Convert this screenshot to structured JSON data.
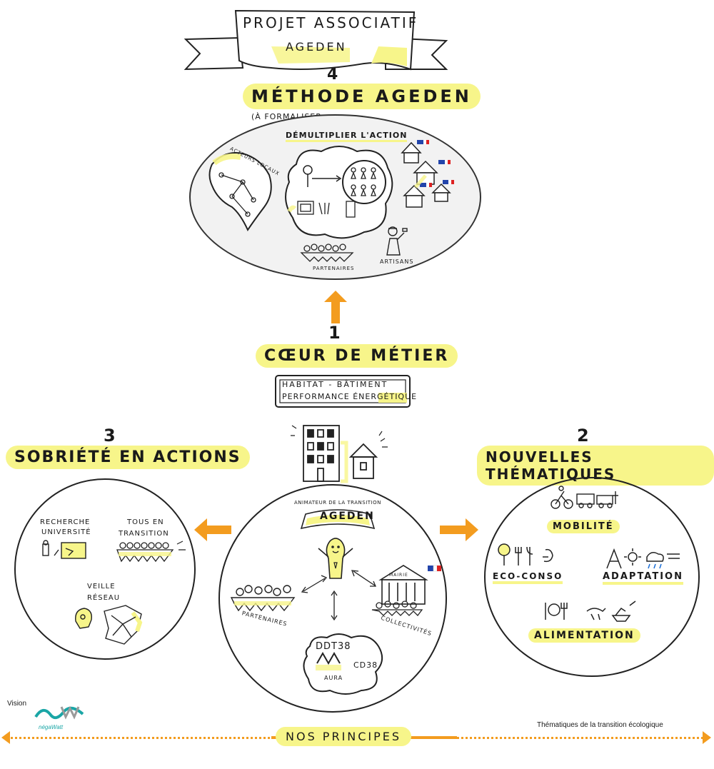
{
  "banner": {
    "line1": "PROJET ASSOCIATIF",
    "line2": "AGEDEN"
  },
  "top": {
    "number": "4",
    "title": "MÉTHODE AGEDEN",
    "subtitle": "(À FORMALISER",
    "demultiplier": "DÉMULTIPLIER L'ACTION",
    "acteurs": "ACTEURS LOCAUX",
    "partenaires": "PARTENAIRES",
    "artisans": "ARTISANS"
  },
  "center": {
    "number": "1",
    "title": "CŒUR DE MÉTIER",
    "scroll_line1": "HABITAT - BÂTIMENT",
    "scroll_line2": "PERFORMANCE ÉNERGÉTIQUE",
    "animateur": "ANIMATEUR DE LA TRANSITION",
    "ageden": "AGEDEN",
    "partenaires": "PARTENAIRES",
    "collectivites": "COLLECTIVITÉS",
    "mairie": "MAIRIE",
    "ddt": "DDT38",
    "cd": "CD38",
    "aura": "AURA"
  },
  "left": {
    "number": "3",
    "title": "SOBRIÉTÉ EN ACTIONS",
    "recherche": [
      "RECHERCHE",
      "UNIVERSITÉ"
    ],
    "tous": [
      "TOUS EN",
      "TRANSITION"
    ],
    "veille": [
      "VEILLE",
      "RÉSEAU"
    ]
  },
  "right": {
    "number": "2",
    "title": "NOUVELLES THÉMATIQUES",
    "mobilite": "MOBILITÉ",
    "ecoconso": "ECO-CONSO",
    "adaptation": "ADAPTATION",
    "alimentation": "ALIMENTATION"
  },
  "footer": {
    "vision": "Vision",
    "brand": "négaWatt",
    "principes": "NOS PRINCIPES",
    "thematiques": "Thématiques de la transition écologique"
  },
  "colors": {
    "orange": "#f39c1f",
    "yellow": "#f7f58a",
    "ink": "#1a1a1a",
    "teal": "#1aa6a6",
    "gray": "#9a9a9a"
  }
}
